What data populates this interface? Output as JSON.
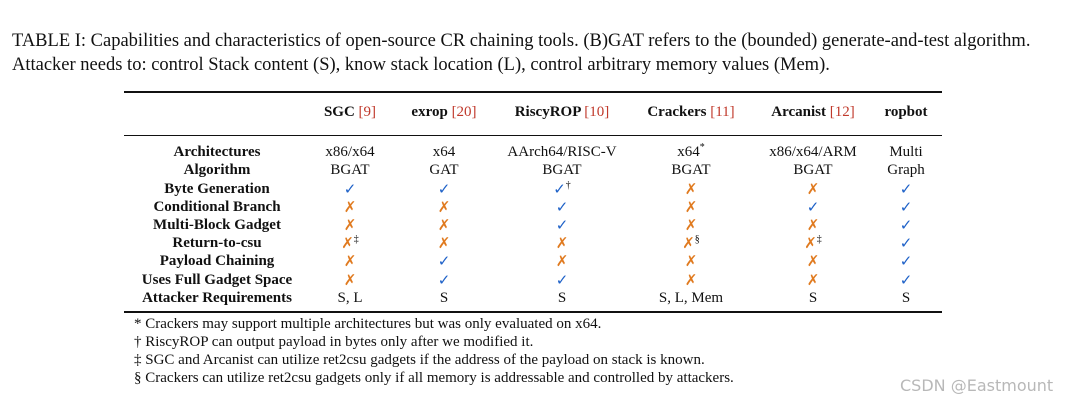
{
  "caption": "TABLE I: Capabilities and characteristics of open-source CR chaining tools. (B)GAT refers to the (bounded) generate-and-test algorithm. Attacker needs to: control Stack content (S), know stack location (L), control arbitrary memory values (Mem).",
  "columns": [
    {
      "name": "SGC",
      "ref": "[9]"
    },
    {
      "name": "exrop",
      "ref": "[20]"
    },
    {
      "name": "RiscyROP",
      "ref": "[10]"
    },
    {
      "name": "Crackers",
      "ref": "[11]"
    },
    {
      "name": "Arcanist",
      "ref": "[12]"
    },
    {
      "name": "ropbot",
      "ref": ""
    }
  ],
  "rows": [
    {
      "label": "Architectures",
      "cells": [
        {
          "t": "x86/x64"
        },
        {
          "t": "x64"
        },
        {
          "t": "AArch64/RISC-V"
        },
        {
          "t": "x64",
          "sup": "*"
        },
        {
          "t": "x86/x64/ARM"
        },
        {
          "t": "Multi"
        }
      ]
    },
    {
      "label": "Algorithm",
      "cells": [
        {
          "t": "BGAT"
        },
        {
          "t": "GAT"
        },
        {
          "t": "BGAT"
        },
        {
          "t": "BGAT"
        },
        {
          "t": "BGAT"
        },
        {
          "t": "Graph"
        }
      ]
    },
    {
      "label": "Byte Generation",
      "cells": [
        {
          "t": "✓"
        },
        {
          "t": "✓"
        },
        {
          "t": "✓",
          "sup": "†"
        },
        {
          "t": "✗"
        },
        {
          "t": "✗"
        },
        {
          "t": "✓"
        }
      ]
    },
    {
      "label": "Conditional Branch",
      "cells": [
        {
          "t": "✗"
        },
        {
          "t": "✗"
        },
        {
          "t": "✓"
        },
        {
          "t": "✗"
        },
        {
          "t": "✓"
        },
        {
          "t": "✓"
        }
      ]
    },
    {
      "label": "Multi-Block Gadget",
      "cells": [
        {
          "t": "✗"
        },
        {
          "t": "✗"
        },
        {
          "t": "✓"
        },
        {
          "t": "✗"
        },
        {
          "t": "✗"
        },
        {
          "t": "✓"
        }
      ]
    },
    {
      "label": "Return-to-csu",
      "cells": [
        {
          "t": "✗",
          "sup": "‡"
        },
        {
          "t": "✗"
        },
        {
          "t": "✗"
        },
        {
          "t": "✗",
          "sup": "§"
        },
        {
          "t": "✗",
          "sup": "‡"
        },
        {
          "t": "✓"
        }
      ]
    },
    {
      "label": "Payload Chaining",
      "cells": [
        {
          "t": "✗"
        },
        {
          "t": "✓"
        },
        {
          "t": "✗"
        },
        {
          "t": "✗"
        },
        {
          "t": "✗"
        },
        {
          "t": "✓"
        }
      ]
    },
    {
      "label": "Uses Full Gadget Space",
      "cells": [
        {
          "t": "✗"
        },
        {
          "t": "✓"
        },
        {
          "t": "✓"
        },
        {
          "t": "✗"
        },
        {
          "t": "✗"
        },
        {
          "t": "✓"
        }
      ]
    },
    {
      "label": "Attacker Requirements",
      "cells": [
        {
          "t": "S, L"
        },
        {
          "t": "S"
        },
        {
          "t": "S"
        },
        {
          "t": "S, L, Mem"
        },
        {
          "t": "S"
        },
        {
          "t": "S"
        }
      ]
    }
  ],
  "footnotes": [
    "* Crackers may support multiple architectures but was only evaluated on x64.",
    "† RiscyROP can output payload in bytes only after we modified it.",
    "‡ SGC and Arcanist can utilize ret2csu gadgets if the address of the payload on stack is known.",
    "§ Crackers can utilize ret2csu gadgets only if all memory is addressable and controlled by attackers."
  ],
  "watermark": "CSDN @Eastmount"
}
